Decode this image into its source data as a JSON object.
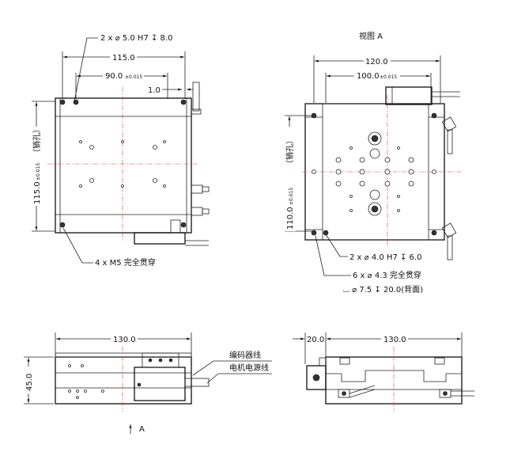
{
  "top_view": {
    "callout_top": "2 x  ⌀  5.0 H7  ↧  8.0",
    "dim_width": "115.0",
    "dim_hole_spacing": "90.0",
    "dim_hole_spacing_tol": "±0.015",
    "dim_offset": "1.0",
    "dim_height": "115.0",
    "dim_height_tol": "±0.015",
    "dim_height_note": "（销孔）",
    "callout_bottom": "4 x  M5 完全贯穿"
  },
  "view_a": {
    "title": "视图 A",
    "dim_width": "120.0",
    "dim_hole_spacing": "100.0",
    "dim_hole_spacing_tol": "±0.015",
    "dim_height": "110.0",
    "dim_height_tol": "±0.015",
    "dim_height_note": "（销孔）",
    "callout_1": "2 x  ⌀  4.0 H7  ↧  6.0",
    "callout_2": "6 x  ⌀  4.3 完全贯穿",
    "callout_3": "⌴  ⌀  7.5  ↧  20.0(背面)"
  },
  "front_view": {
    "dim_width": "130.0",
    "dim_height": "45.0",
    "label_encoder": "编码器线",
    "label_motor": "电机电源线",
    "view_arrow_label": "A"
  },
  "side_view": {
    "dim_offset": "20.0",
    "dim_width": "130.0"
  }
}
